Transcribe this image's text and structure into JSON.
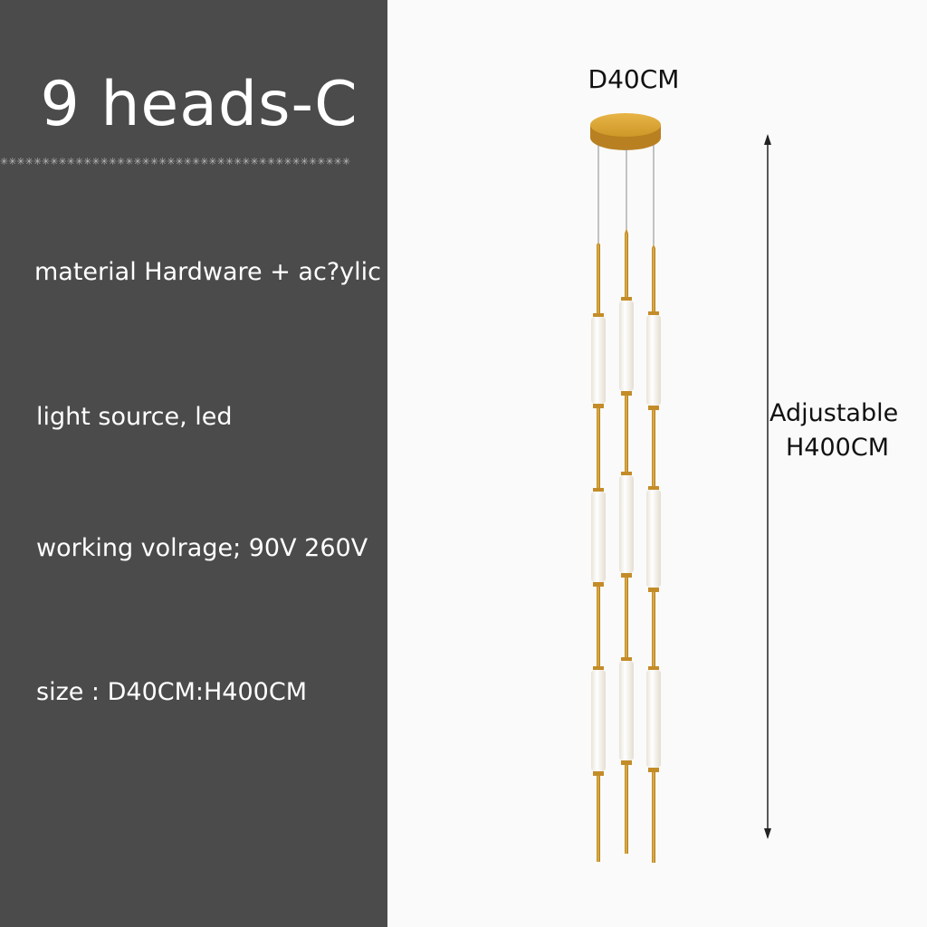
{
  "title": "9 heads-C",
  "divider": "✳✳✳✳✳✳✳✳✳✳✳✳✳✳✳✳✳✳✳✳✳✳✳✳✳✳✳✳✳✳✳✳✳✳✳✳✳✳✳✳✳✳",
  "specs": {
    "material": "material Hardware + ac?ylic",
    "light_source": "light source, led",
    "voltage": "working volrage; 90V 260V",
    "size": "size : D40CM:H400CM"
  },
  "dimensions": {
    "diameter": "D40CM",
    "height_line1": "Adjustable",
    "height_line2": "H400CM"
  },
  "colors": {
    "panel": "#4b4b4b",
    "gold": "#d4a032",
    "acrylic": "#fbf8f1"
  }
}
